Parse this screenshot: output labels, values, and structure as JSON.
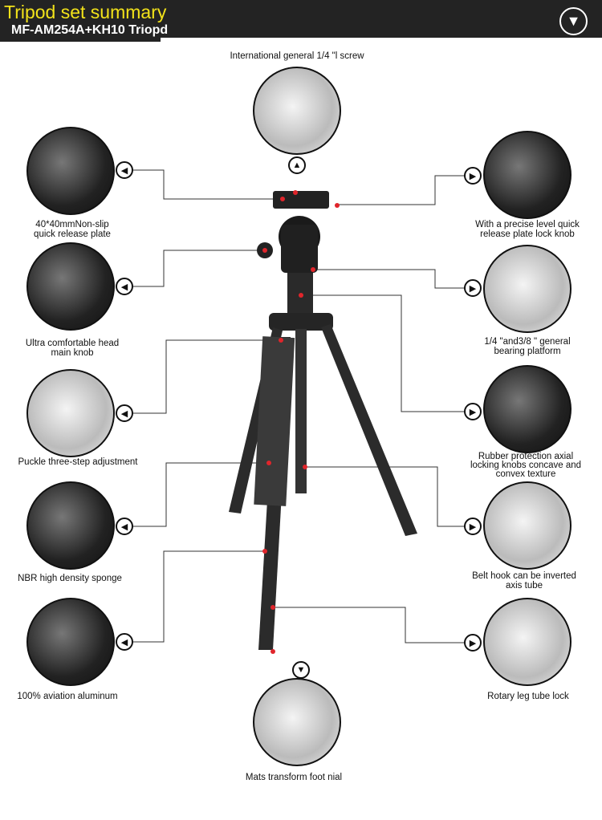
{
  "header": {
    "title": "Tripod set summary",
    "subtitle": "MF-AM254A+KH10 Triopd",
    "download_icon": "chevron-down-circle-icon"
  },
  "callouts": {
    "top": "International general 1/4 \"l screw",
    "left": [
      [
        "40*40mmNon-slip",
        "quick release plate"
      ],
      [
        "Ultra comfortable head",
        "main knob"
      ],
      [
        "Puckle three-step adjustment"
      ],
      [
        "NBR high density sponge"
      ],
      [
        "100%  aviation aluminum"
      ]
    ],
    "right": [
      [
        "With a precise level quick",
        "release plate lock knob"
      ],
      [
        "1/4 \"and3/8 \" general",
        "bearing platform"
      ],
      [
        "Rubber protection axial",
        "locking knobs concave and",
        "convex texture"
      ],
      [
        "Belt hook can be inverted",
        "axis tube"
      ],
      [
        "Rotary leg tube lock"
      ]
    ],
    "bottom": "Mats transform foot nial"
  },
  "colors": {
    "header_bg": "#232323",
    "title": "#f2e21a",
    "marker": "#e0252b"
  }
}
